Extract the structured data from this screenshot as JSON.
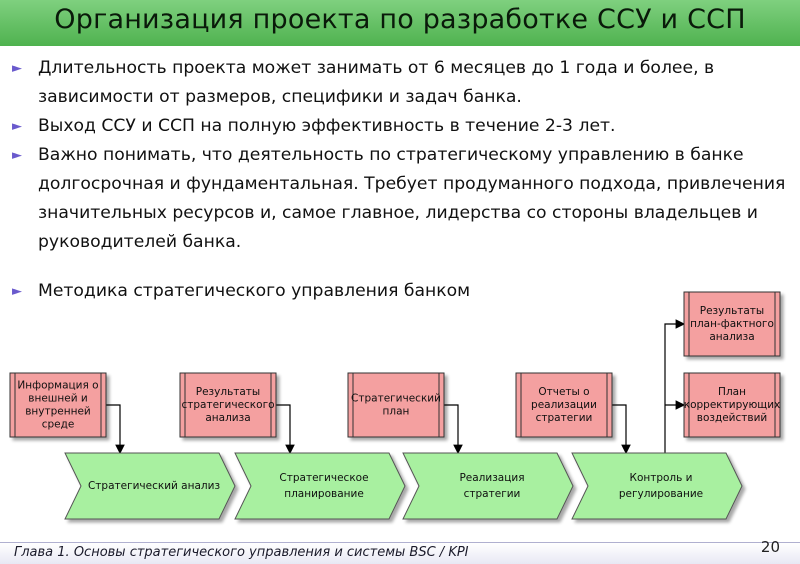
{
  "title": "Организация проекта по разработке ССУ и ССП",
  "bullets": [
    "Длительность проекта может занимать от 6 месяцев до 1 года и более, в зависимости от размеров, специфики и задач банка.",
    "Выход ССУ и ССП на полную эффективность в течение 2-3 лет.",
    "Важно понимать, что деятельность по стратегическому управлению в банке долгосрочная и фундаментальная. Требует продуманного подхода, привлечения значительных ресурсов и, самое главное, лидерства со стороны владельцев и руководителей банка.",
    "Методика стратегического управления банком"
  ],
  "diagram": {
    "stages": [
      [
        "Стратегический анализ"
      ],
      [
        "Стратегическое",
        "планирование"
      ],
      [
        "Реализация",
        "стратегии"
      ],
      [
        "Контроль и",
        "регулирование"
      ]
    ],
    "inputs": [
      [
        "Информация о",
        "внешней и",
        "внутренней",
        "среде"
      ],
      [
        "Результаты",
        "стратегического",
        "анализа"
      ],
      [
        "Стратегический",
        "план"
      ],
      [
        "Отчеты о",
        "реализации",
        "стратегии"
      ]
    ],
    "outputs": [
      [
        "Результаты",
        "план-фактного",
        "анализа"
      ],
      [
        "План",
        "корректирующих",
        "воздействий"
      ]
    ],
    "colors": {
      "doc_fill": "#f4a0a0",
      "stage_fill": "#a8f0a0",
      "accent": "#4fb24f"
    }
  },
  "footer": {
    "text": "Глава 1. Основы стратегического управления и системы BSC / KPI",
    "page": "20"
  }
}
